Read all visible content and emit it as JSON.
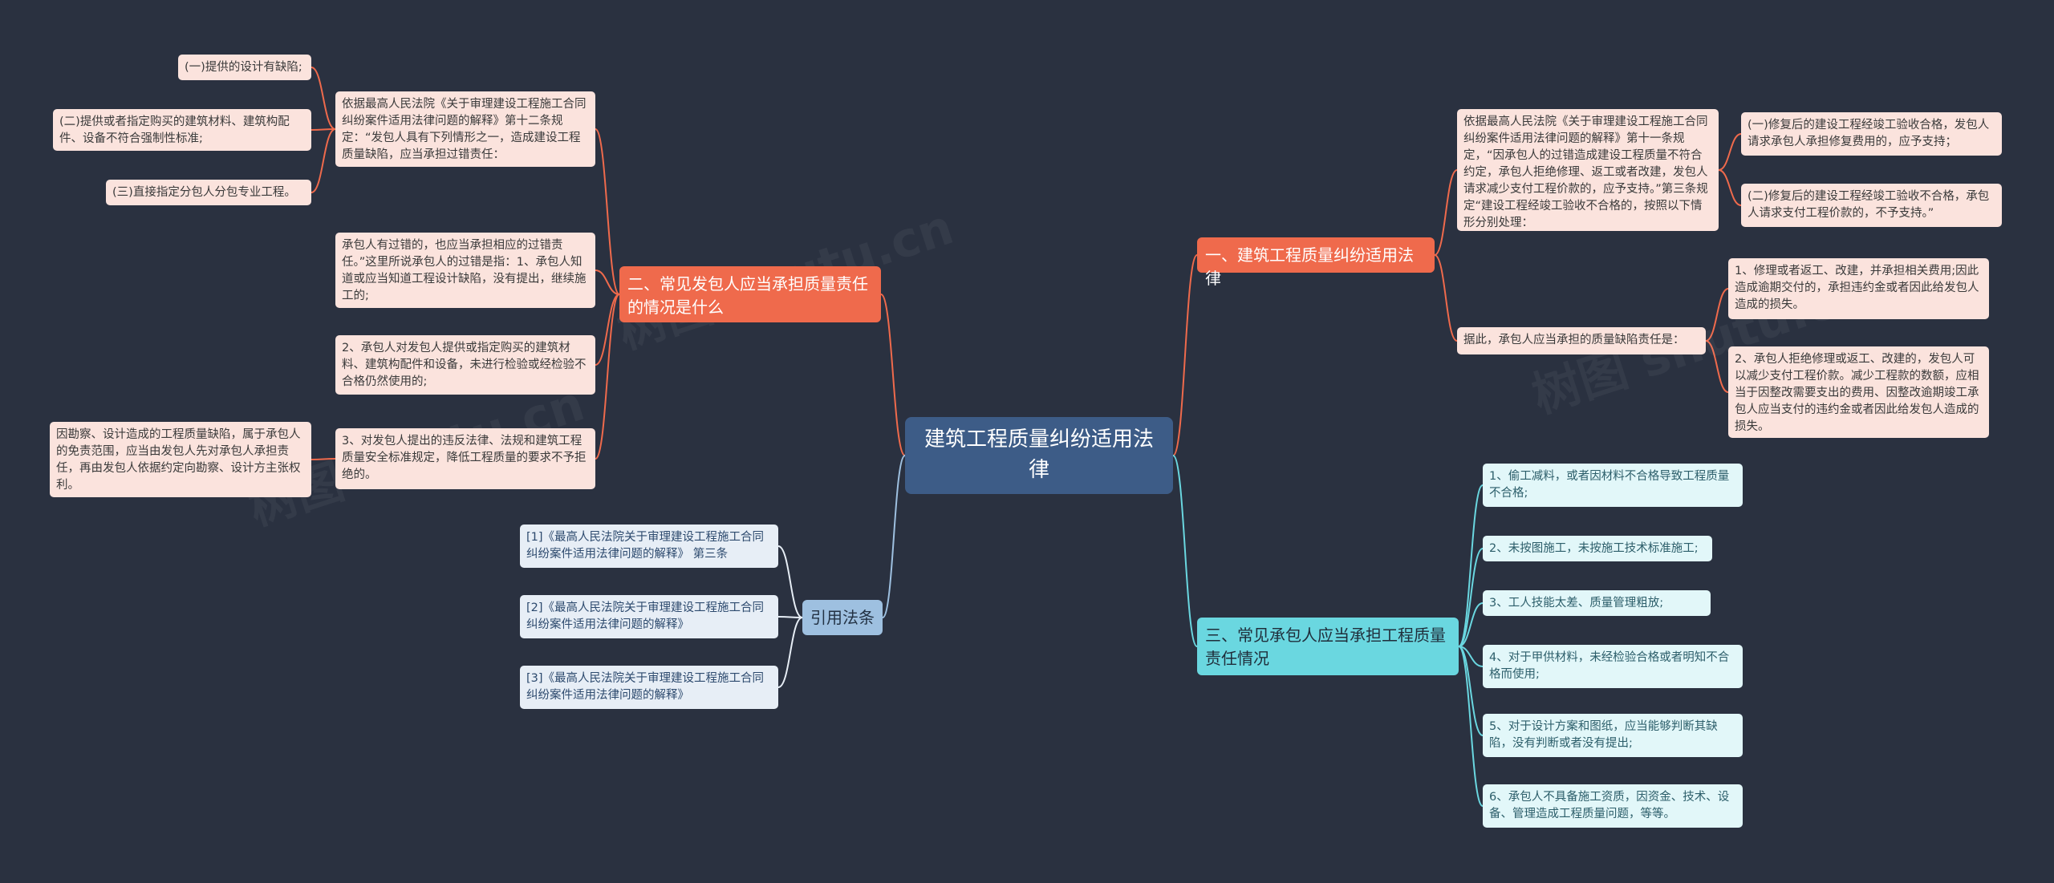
{
  "colors": {
    "background": "#2a3140",
    "root": "#3d5c87",
    "orange_branch": "#ef6a4c",
    "cyan_branch": "#6ad7e0",
    "blue_branch": "#9ec0e0",
    "pink_leaf": "#fbe3dd",
    "cyan_leaf": "#e2f7f9",
    "blue_leaf": "#e7eef6"
  },
  "root": {
    "label": "建筑工程质量纠纷适用法律"
  },
  "branch1": {
    "label": "一、建筑工程质量纠纷适用法律",
    "detail": "依据最高人民法院《关于审理建设工程施工合同纠纷案件适用法律问题的解释》第十一条规定，“因承包人的过错造成建设工程质量不符合约定，承包人拒绝修理、返工或者改建，发包人请求减少支付工程价款的，应予支持。”第三条规定“建设工程经竣工验收不合格的，按照以下情形分别处理：",
    "detail_children": [
      "(一)修复后的建设工程经竣工验收合格，发包人请求承包人承担修复费用的，应予支持；",
      "(二)修复后的建设工程经竣工验收不合格，承包人请求支付工程价款的，不予支持。”"
    ],
    "summary": "据此，承包人应当承担的质量缺陷责任是：",
    "summary_children": [
      "1、修理或者返工、改建，并承担相关费用;因此造成逾期交付的，承担违约金或者因此给发包人造成的损失。",
      "2、承包人拒绝修理或返工、改建的，发包人可以减少支付工程价款。减少工程款的数额，应相当于因整改需要支出的费用、因整改逾期竣工承包人应当支付的违约金或者因此给发包人造成的损失。"
    ]
  },
  "branch2": {
    "label": "二、常见发包人应当承担质量责任的情况是什么",
    "intro": "依据最高人民法院《关于审理建设工程施工合同纠纷案件适用法律问题的解释》第十二条规定：“发包人具有下列情形之一，造成建设工程质量缺陷，应当承担过错责任：",
    "intro_children": [
      "(一)提供的设计有缺陷;",
      "(二)提供或者指定购买的建筑材料、建筑构配件、设备不符合强制性标准;",
      "(三)直接指定分包人分包专业工程。"
    ],
    "note": "承包人有过错的，也应当承担相应的过错责任。”这里所说承包人的过错是指：1、承包人知道或应当知道工程设计缺陷，没有提出，继续施工的;",
    "item2": "2、承包人对发包人提供或指定购买的建筑材料、建筑构配件和设备，未进行检验或经检验不合格仍然使用的;",
    "item3": "3、对发包人提出的违反法律、法规和建筑工程质量安全标准规定，降低工程质量的要求不予拒绝的。",
    "item3_child": "因勘察、设计造成的工程质量缺陷，属于承包人的免责范围，应当由发包人先对承包人承担责任，再由发包人依据约定向勘察、设计方主张权利。"
  },
  "branch3": {
    "label": "三、常见承包人应当承担工程质量责任情况",
    "items": [
      "1、偷工减料，或者因材料不合格导致工程质量不合格;",
      "2、未按图施工，未按施工技术标准施工;",
      "3、工人技能太差、质量管理粗放;",
      "4、对于甲供材料，未经检验合格或者明知不合格而使用;",
      "5、对于设计方案和图纸，应当能够判断其缺陷，没有判断或者没有提出;",
      "6、承包人不具备施工资质，因资金、技术、设备、管理造成工程质量问题，等等。"
    ]
  },
  "branch4": {
    "label": "引用法条",
    "items": [
      "[1]《最高人民法院关于审理建设工程施工合同纠纷案件适用法律问题的解释》 第三条",
      "[2]《最高人民法院关于审理建设工程施工合同纠纷案件适用法律问题的解释》",
      "[3]《最高人民法院关于审理建设工程施工合同纠纷案件适用法律问题的解释》"
    ]
  }
}
